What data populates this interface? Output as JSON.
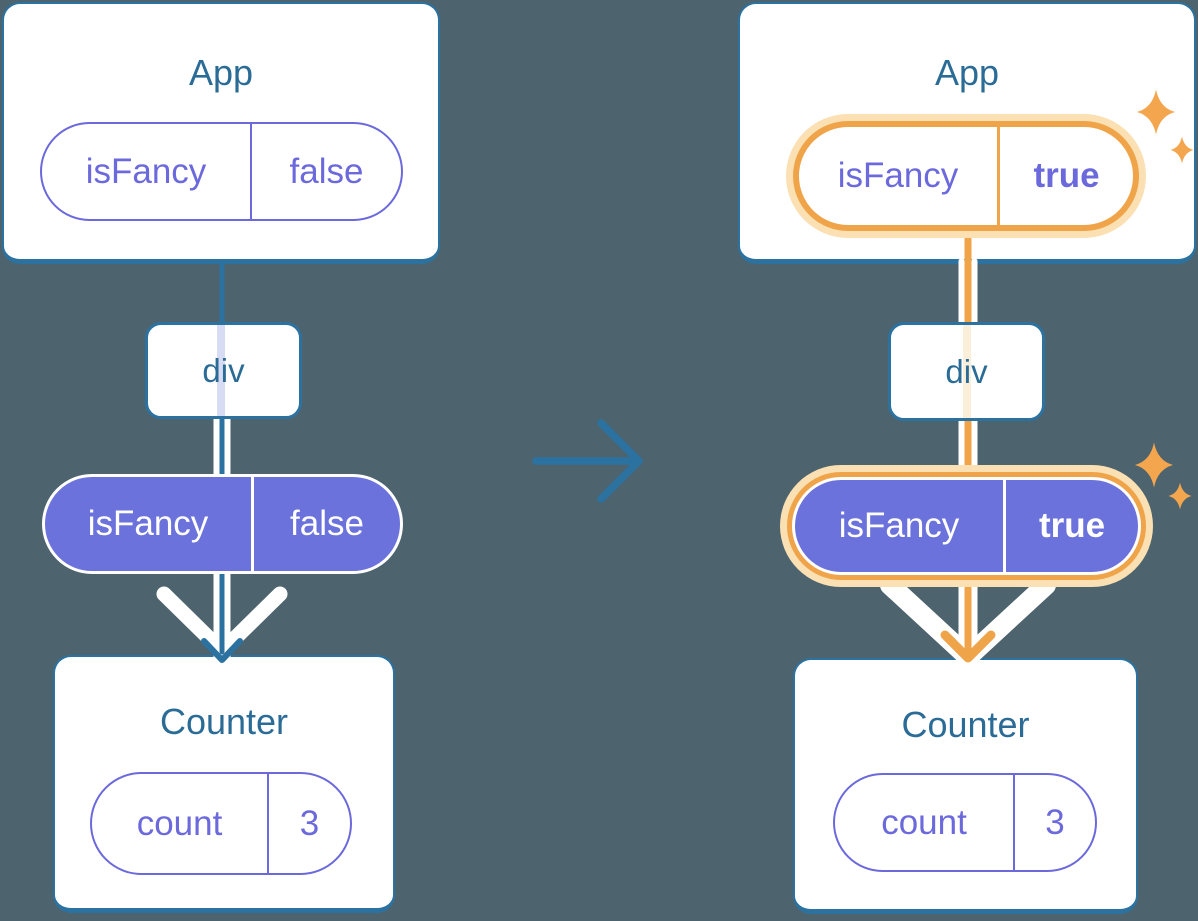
{
  "colors": {
    "background": "#4D636E",
    "tree_blue": "#2C72A1",
    "title_blue": "#2B6C97",
    "purple_fill": "#6B72DB",
    "purple_text": "#6B69DC",
    "highlight_orange": "#F0A44A",
    "highlight_glow": "#FAE0B2",
    "white": "#FFFFFF"
  },
  "left_tree": {
    "app": {
      "title": "App",
      "state": {
        "name": "isFancy",
        "value": "false"
      }
    },
    "container": {
      "label": "div"
    },
    "prop": {
      "name": "isFancy",
      "value": "false"
    },
    "counter": {
      "title": "Counter",
      "state": {
        "name": "count",
        "value": "3"
      }
    }
  },
  "right_tree": {
    "app": {
      "title": "App",
      "state": {
        "name": "isFancy",
        "value": "true"
      }
    },
    "container": {
      "label": "div"
    },
    "prop": {
      "name": "isFancy",
      "value": "true"
    },
    "counter": {
      "title": "Counter",
      "state": {
        "name": "count",
        "value": "3"
      }
    }
  }
}
